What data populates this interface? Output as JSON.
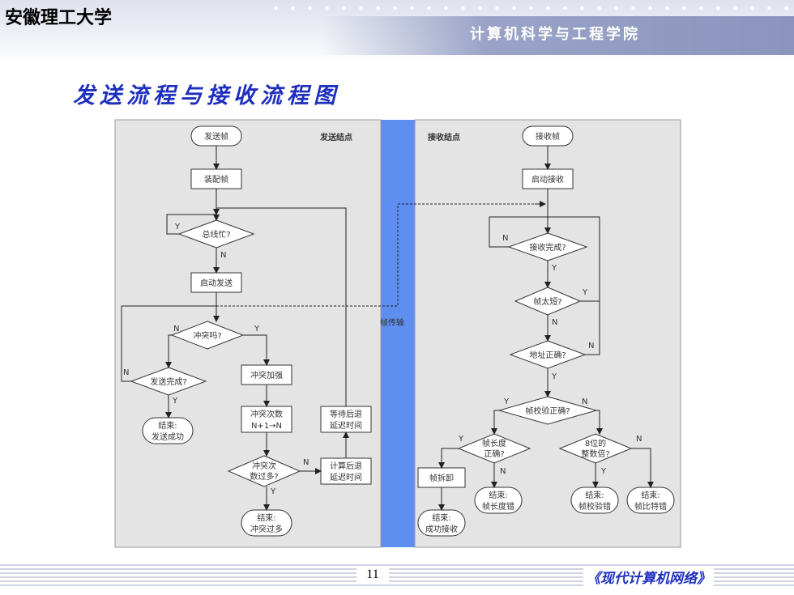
{
  "header": {
    "university": "安徽理工大学",
    "school": "计算机科学与工程学院"
  },
  "slide_title": "发送流程与接收流程图",
  "sender": {
    "panel_label": "发送结点",
    "start": "发送帧",
    "assemble": "装配帧",
    "bus_busy": "总线忙?",
    "start_send": "启动发送",
    "collision": "冲突吗?",
    "send_done": "发送完成?",
    "jam": "冲突加强",
    "count_l1": "冲突次数",
    "count_l2": "N+1→N",
    "wait_l1": "等待后退",
    "wait_l2": "延迟时间",
    "too_many_l1": "冲突次",
    "too_many_l2": "数过多?",
    "calc_l1": "计算后退",
    "calc_l2": "延迟时间",
    "end_ok_l1": "结束:",
    "end_ok_l2": "发送成功",
    "end_fail_l1": "结束:",
    "end_fail_l2": "冲突过多"
  },
  "channel_label": "帧传输",
  "receiver": {
    "panel_label": "接收结点",
    "start": "接收帧",
    "start_recv": "启动接收",
    "recv_done": "接收完成?",
    "too_short": "帧太短?",
    "addr_ok": "地址正确?",
    "fcs_ok": "帧校验正确?",
    "len_ok_l1": "帧长度",
    "len_ok_l2": "正确?",
    "octet_l1": "8位的",
    "octet_l2": "整数倍?",
    "unpack": "帧拆卸",
    "end_ok_l1": "结束:",
    "end_ok_l2": "成功接收",
    "end_len_l1": "结束:",
    "end_len_l2": "帧长度错",
    "end_fcs_l1": "结束:",
    "end_fcs_l2": "帧校验错",
    "end_bit_l1": "结束:",
    "end_bit_l2": "帧比特错"
  },
  "labels": {
    "yes": "Y",
    "no": "N"
  },
  "footer": {
    "page_number": "11",
    "book": "《现代计算机网络》"
  },
  "colors": {
    "title_blue": "#1e2fbf",
    "panel_bg": "#e4e4e4",
    "channel_blue": "#5e8ff0"
  }
}
